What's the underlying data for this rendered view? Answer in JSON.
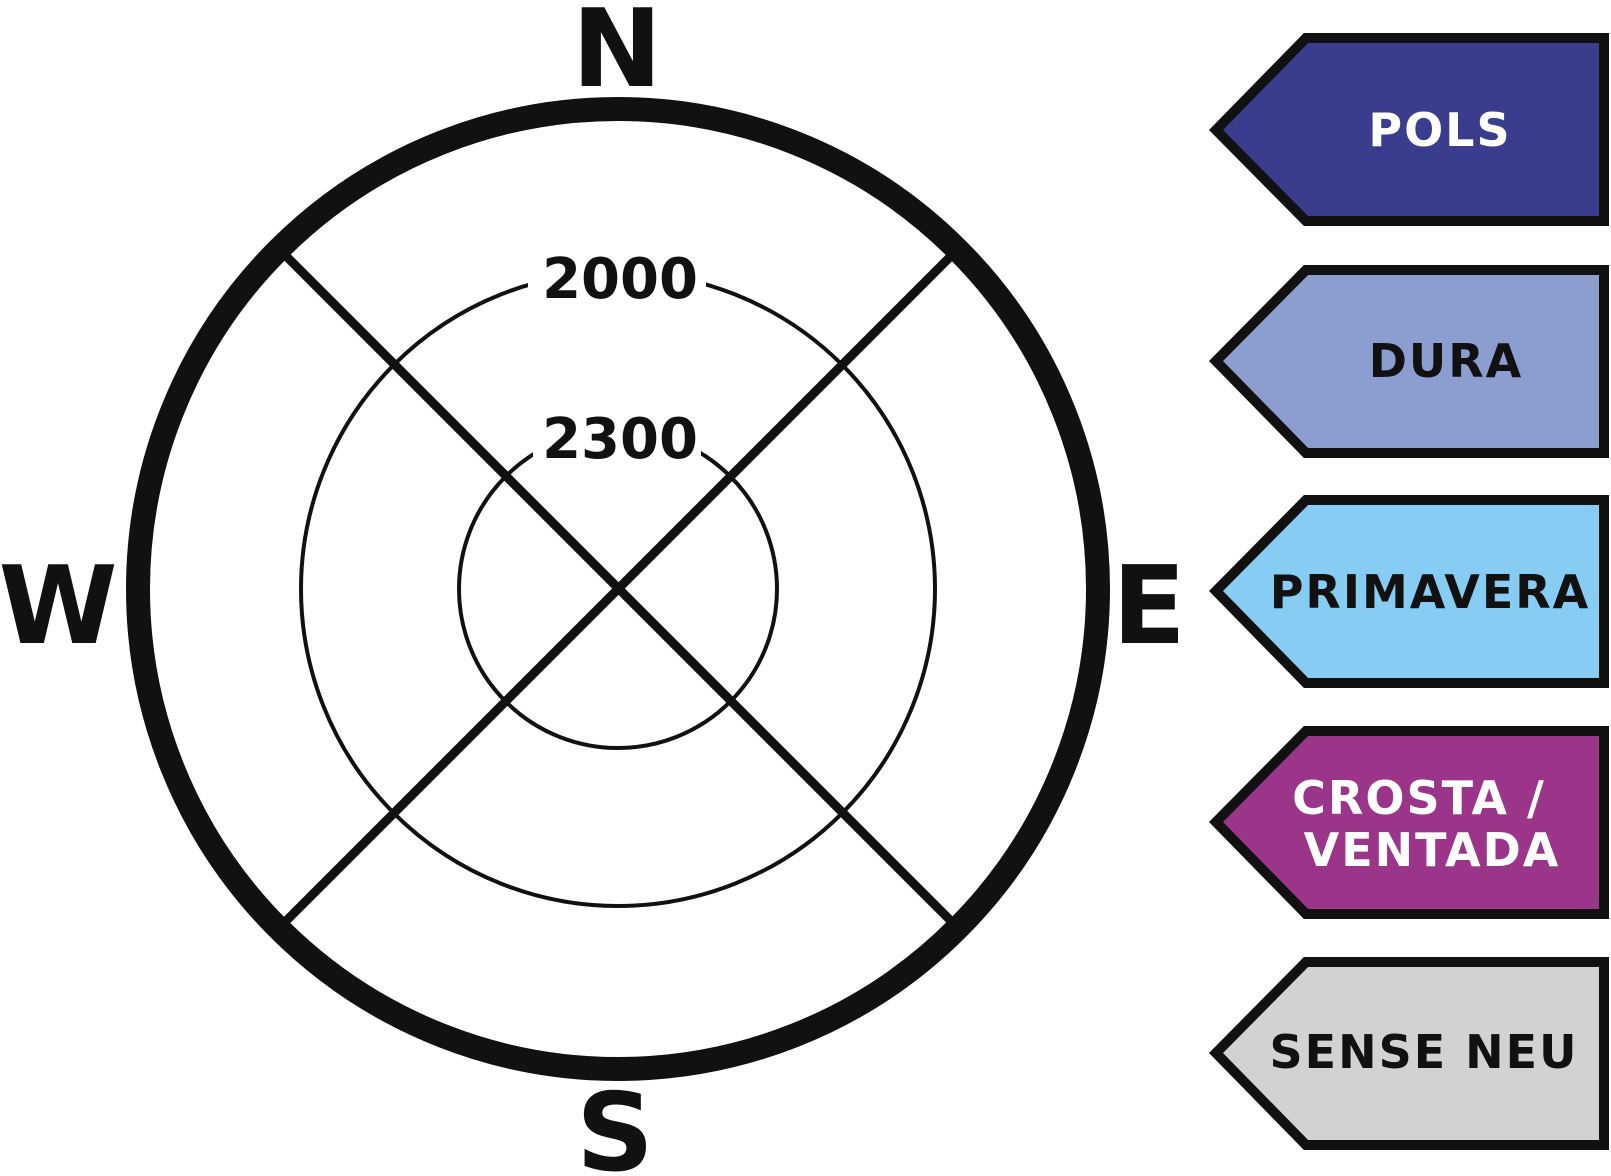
{
  "compass": {
    "north": "N",
    "south": "S",
    "east": "E",
    "west": "W"
  },
  "rings": [
    {
      "label": "2000"
    },
    {
      "label": "2300"
    }
  ],
  "legend": [
    {
      "line1": "POLS",
      "line2": "",
      "color": "#3a3c8e",
      "text_color": "#ffffff"
    },
    {
      "line1": "DURA",
      "line2": "",
      "color": "#8b9ecf",
      "text_color": "#111111"
    },
    {
      "line1": "PRIMAVERA",
      "line2": "",
      "color": "#87cdf3",
      "text_color": "#111111"
    },
    {
      "line1": "CROSTA /",
      "line2": "VENTADA",
      "color": "#9b358a",
      "text_color": "#ffffff"
    },
    {
      "line1": "SENSE NEU",
      "line2": "",
      "color": "#d2d2d2",
      "text_color": "#111111"
    }
  ]
}
